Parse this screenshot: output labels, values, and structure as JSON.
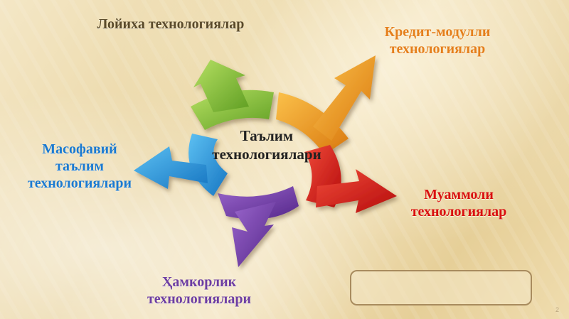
{
  "center": {
    "line1": "Таълим",
    "line2": "технологиялари"
  },
  "labels": {
    "green": {
      "line1": "Лойиха технологиялар"
    },
    "orange": {
      "line1": "Кредит-модулли",
      "line2": "технологиялар"
    },
    "blue": {
      "line1": "Масофавий",
      "line2": "таълим",
      "line3": "технологиялари"
    },
    "red": {
      "line1": "Муаммоли",
      "line2": "технологиялар"
    },
    "purple": {
      "line1": "Ҳамкорлик",
      "line2": "технологиялари"
    }
  },
  "colors": {
    "green": "#8cc63f",
    "orange": "#f39c1c",
    "blue": "#2f9ee0",
    "red": "#e21e1e",
    "purple": "#7b47b3",
    "center_text": "#222222"
  },
  "slide_number": "2"
}
